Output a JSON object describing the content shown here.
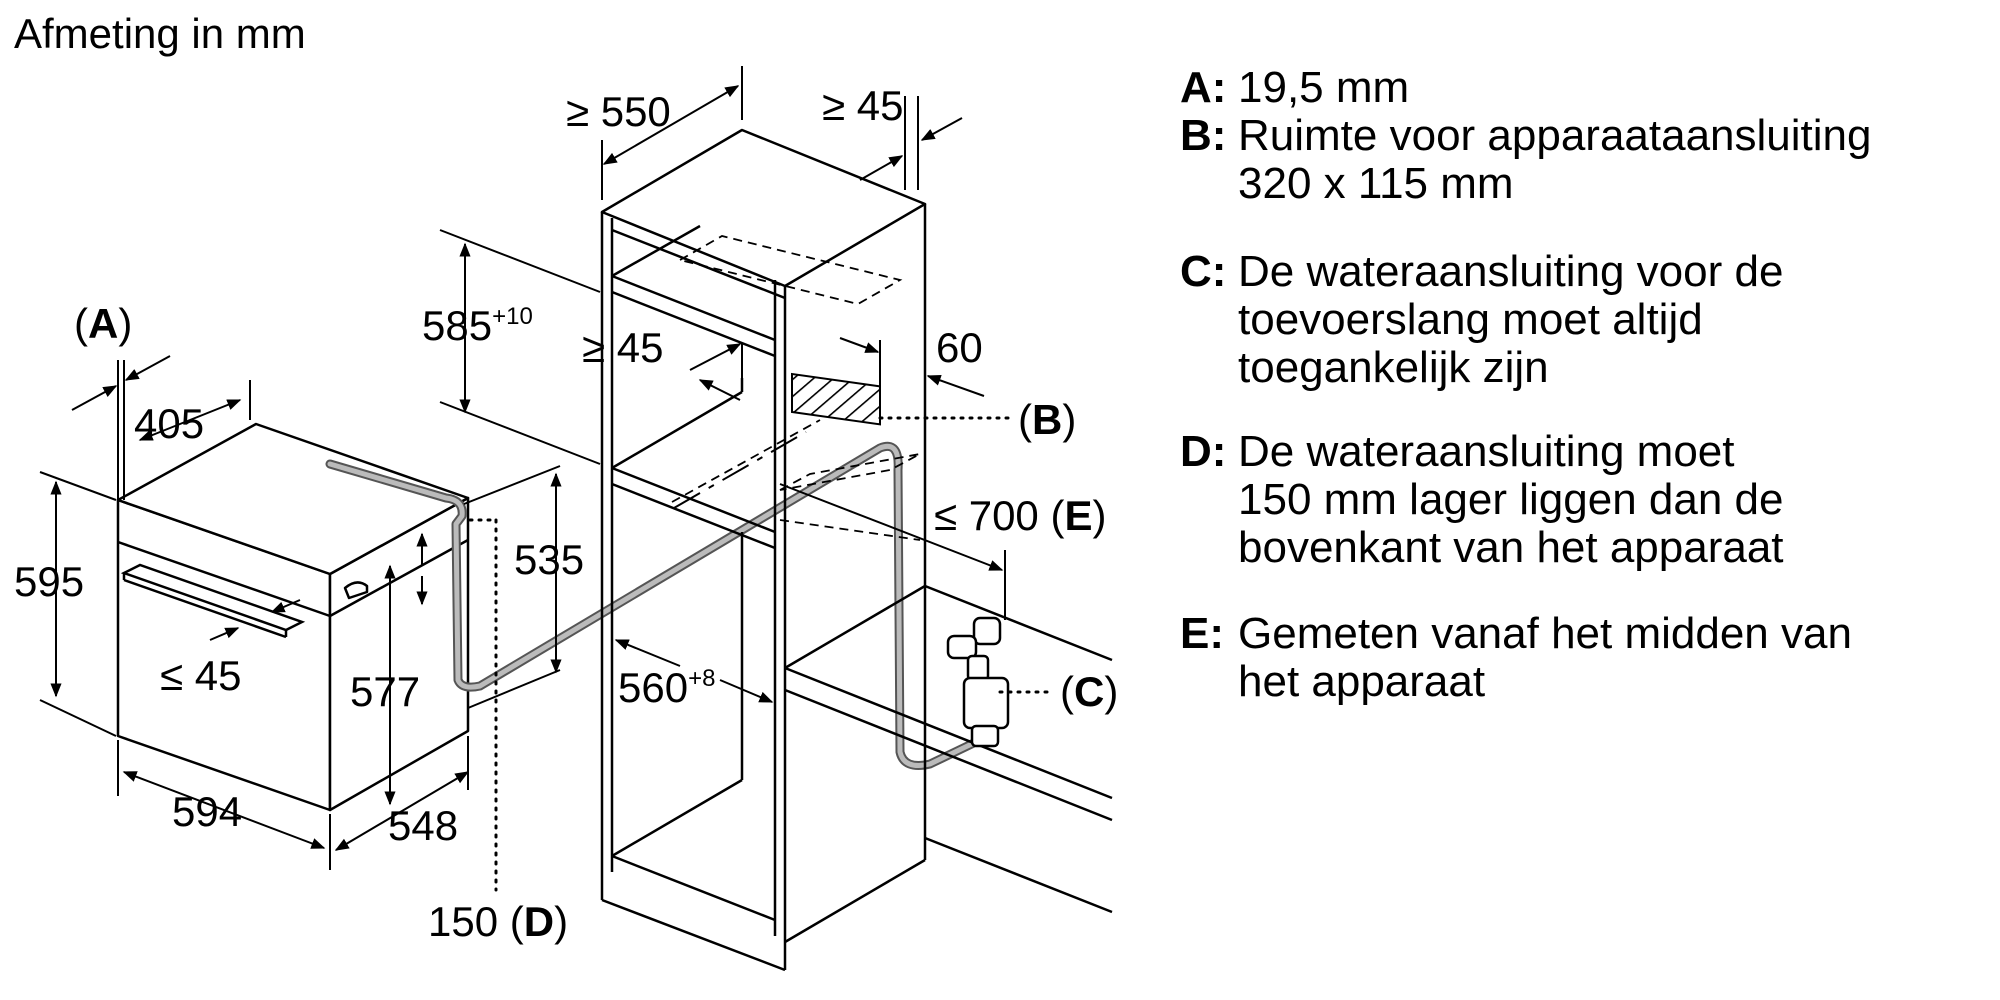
{
  "title": "Afmeting in mm",
  "labels": {
    "a_marker": "(A)",
    "a_letter": "A",
    "oven_depth": "405",
    "oven_height": "595",
    "handle_depth": "≤ 45",
    "oven_width": "594",
    "body_height": "577",
    "body_depth": "548",
    "hook_height": "535",
    "d_value": "150",
    "d_letter": "D",
    "cabinet_depth": "≥ 550",
    "gap_back": "≥ 45",
    "niche_height_base": "585",
    "niche_height_tol": "+10",
    "inner_gap": "≥ 45",
    "back_gap": "60",
    "b_letter": "B",
    "e_value": "≤ 700",
    "e_letter": "E",
    "niche_width_base": "560",
    "niche_width_tol": "+8",
    "c_letter": "C"
  },
  "legend": [
    {
      "key": "A:",
      "lines": [
        "19,5 mm"
      ]
    },
    {
      "key": "B:",
      "lines": [
        "Ruimte voor apparaataansluiting",
        "320 x 115 mm"
      ]
    },
    {
      "key": "C:",
      "lines": [
        "De wateraansluiting voor de",
        "toevoerslang moet altijd",
        "toegankelijk zijn"
      ]
    },
    {
      "key": "D:",
      "lines": [
        "De wateraansluiting moet",
        "150 mm lager liggen dan de",
        "bovenkant van het apparaat"
      ]
    },
    {
      "key": "E:",
      "lines": [
        "Gemeten vanaf het midden van",
        "het apparaat"
      ]
    }
  ]
}
